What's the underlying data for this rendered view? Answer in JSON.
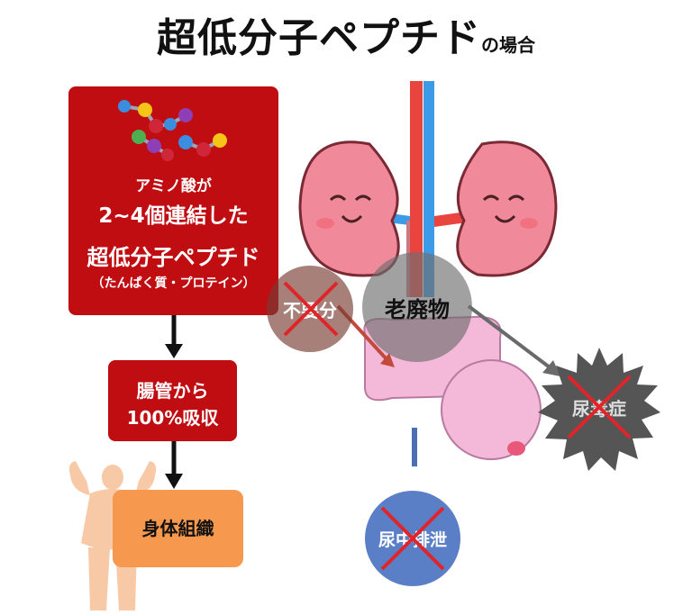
{
  "title": {
    "main": "超低分子ペプチド",
    "suffix": "の場合"
  },
  "left_box": {
    "line1": "アミノ酸が",
    "line2": "2~4個連結した",
    "line3": "超低分子ペプチド",
    "line4": "（たんぱく質・プロテイン）"
  },
  "absorb_box": {
    "line1": "腸管から",
    "line2": "100%吸収"
  },
  "body_box": {
    "label": "身体組織"
  },
  "circles": {
    "unnecessary": "不要分",
    "waste": "老廃物",
    "uremia": "尿毒症",
    "excretion": "尿中排泄"
  },
  "colors": {
    "red": "#c00d12",
    "orange": "#f6984d",
    "kidney": "#f08a9a",
    "blue_circle": "#5b7fc6",
    "dark_circle": "#555555",
    "x_mark": "#e0252a"
  }
}
